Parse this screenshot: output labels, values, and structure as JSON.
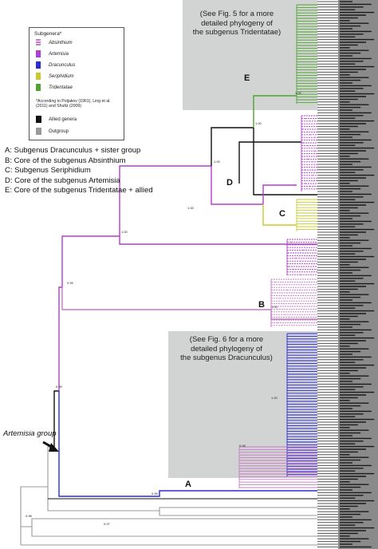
{
  "shaded_box_top": {
    "note_line1": "(See Fig. 5 for a more",
    "note_line2": "detailed phylogeny of",
    "note_line3": "the subgenus Tridentatae)"
  },
  "shaded_box_bottom": {
    "note_line1": "(See Fig. 6 for a more",
    "note_line2": "detailed phylogeny of",
    "note_line3": "the subgenus Dracunculus)"
  },
  "legend": {
    "title": "Subgenera*",
    "entries": [
      {
        "label": "Absinthium",
        "color": "#c979c9"
      },
      {
        "label": "Artemisia",
        "color": "#b43cd0"
      },
      {
        "label": "Dracunculus",
        "color": "#2b2bd6"
      },
      {
        "label": "Seriphidium",
        "color": "#c8cc2a"
      },
      {
        "label": "Tridentatae",
        "color": "#4ea62e"
      }
    ],
    "footnote": "*According to Poljakov (1961), Ling et al. (2011) and Shultz (2009)",
    "allied_label": "Allied genera",
    "allied_color": "#111111",
    "outgroup_label": "Outgroup",
    "outgroup_color": "#999999"
  },
  "key": {
    "a": "A: Subgenus Dracunculus + sister group",
    "b": "B: Core of the subgenus Absinthium",
    "c": "C: Subgenus Seriphidium",
    "d": "D: Core of the subgenus Artemisia",
    "e": "E: Core of the subgenus Tridentatae + allied"
  },
  "clades": {
    "a": "A",
    "b": "B",
    "c": "C",
    "d": "D",
    "e": "E"
  },
  "group_label": "Artemisia group",
  "colors": {
    "shade": "#d2d3d3",
    "artemisia": "#b43cd0",
    "absinthium": "#c979c9",
    "dracunculus": "#2b2bd6",
    "seriphidium": "#c8cc2a",
    "tridentatae": "#4ea62e",
    "allied": "#111111",
    "outgroup": "#999999"
  }
}
